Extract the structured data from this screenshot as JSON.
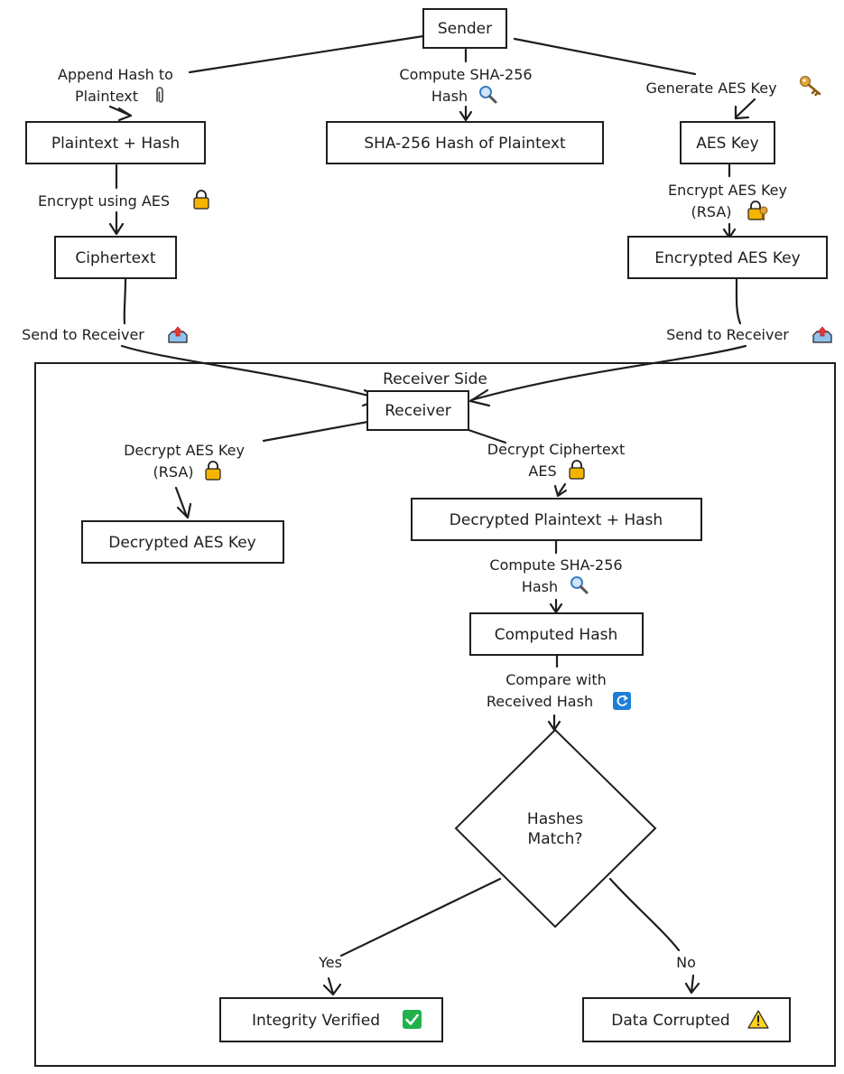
{
  "nodes": {
    "sender": "Sender",
    "plaintext_hash": "Plaintext + Hash",
    "sha_hash": "SHA-256 Hash of Plaintext",
    "aes_key": "AES Key",
    "ciphertext": "Ciphertext",
    "encrypted_aes_key": "Encrypted AES Key",
    "receiver": "Receiver",
    "decrypted_aes_key": "Decrypted AES Key",
    "decrypted_plaintext_hash": "Decrypted Plaintext + Hash",
    "computed_hash": "Computed Hash",
    "hashes_match_l1": "Hashes",
    "hashes_match_l2": "Match?",
    "integrity_verified": "Integrity Verified",
    "data_corrupted": "Data Corrupted"
  },
  "cluster": {
    "label": "Receiver Side"
  },
  "edges": {
    "append_hash_l1": "Append Hash to",
    "append_hash_l2": "Plaintext",
    "compute_sha_l1": "Compute SHA-256",
    "compute_sha_l2": "Hash",
    "generate_aes": "Generate AES Key",
    "encrypt_aes": "Encrypt using AES",
    "encrypt_aes_key_l1": "Encrypt AES Key",
    "encrypt_aes_key_l2": "(RSA)",
    "send_left": "Send to Receiver",
    "send_right": "Send to Receiver",
    "decrypt_aes_key_l1": "Decrypt AES Key",
    "decrypt_aes_key_l2": "(RSA)",
    "decrypt_cipher_l1": "Decrypt Ciphertext",
    "decrypt_cipher_l2": "AES",
    "compute_sha2_l1": "Compute SHA-256",
    "compute_sha2_l2": "Hash",
    "compare_l1": "Compare with",
    "compare_l2": "Received Hash",
    "yes": "Yes",
    "no": "No"
  },
  "icons": {
    "paperclip": "paperclip-icon",
    "magnifier": "magnifier-icon",
    "key": "key-icon",
    "lock": "lock-icon",
    "lock_key": "lock-with-key-icon",
    "outbox": "outbox-tray-icon",
    "refresh": "refresh-icon",
    "check": "check-mark-icon",
    "warning": "warning-icon"
  },
  "colors": {
    "ink": "#1e1e1e",
    "lock": "#f4b400",
    "magnifier": "#7fb5e8",
    "key": "#e0a43a",
    "refresh": "#1e7fd8",
    "check": "#22b14c",
    "warning": "#ffd21f",
    "outbox": "#8fc2ee"
  }
}
